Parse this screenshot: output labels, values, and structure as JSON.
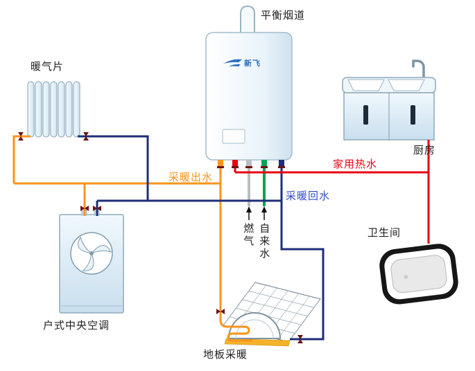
{
  "diagram": {
    "boiler": {
      "brand": "新飞",
      "flue_label": "平衡烟道"
    },
    "components": {
      "radiator": "暖气片",
      "kitchen": "厨房",
      "bathroom": "卫生间",
      "central_ac": "户式中央空调",
      "floor_heating": "地板采暖"
    },
    "pipes": {
      "heating_supply": {
        "label": "采暖出水",
        "color": "#F7941D"
      },
      "heating_return": {
        "label": "采暖回水",
        "color": "#1E2D78",
        "label_color": "#2F4BC8"
      },
      "domestic_hot_water": {
        "label": "家用热水",
        "color": "#E60012"
      },
      "gas": {
        "label": "燃气",
        "color": "#B8BDC0"
      },
      "tap_water": {
        "label": "自来水",
        "color": "#00A651"
      }
    }
  }
}
